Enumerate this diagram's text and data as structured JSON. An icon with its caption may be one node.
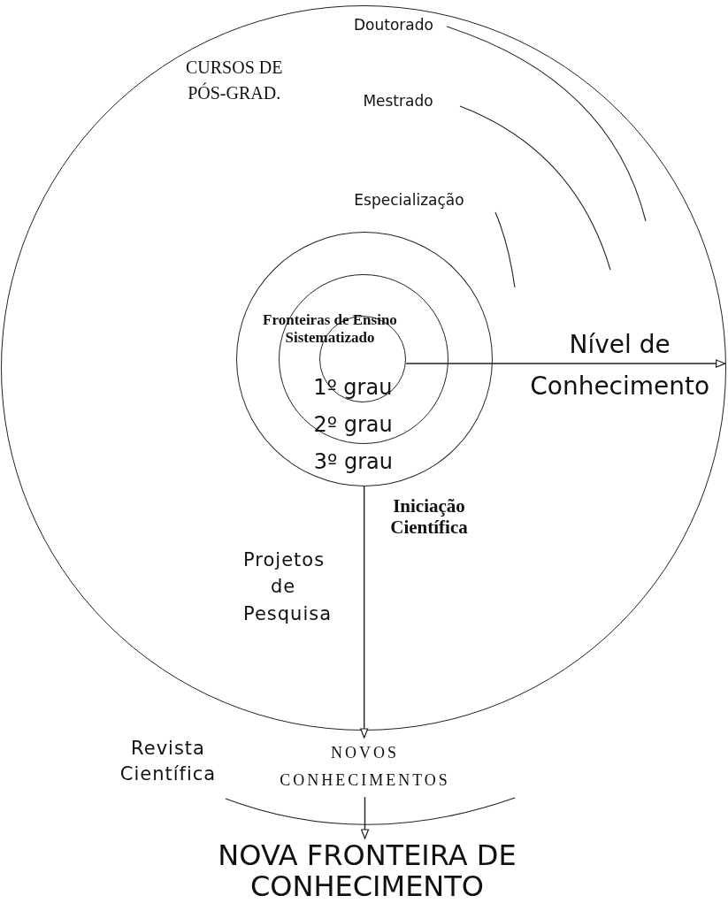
{
  "diagram": {
    "nodes": [
      {
        "text": [
          "CURSOS DE PÓS-GRAD."
        ]
      },
      {
        "text": [
          "3º grau"
        ],
        "in": 0
      },
      {
        "text": [
          "2º grau"
        ],
        "in": 1
      },
      {
        "text": [
          "1º grau"
        ],
        "in": 2
      },
      {
        "text": [
          "Nível de Conhecimento"
        ],
        "in": 0
      },
      {
        "text": [
          "NOVOS CONHECIMENTOS"
        ]
      },
      {
        "text": [
          "NOVA FRONTEIRA DE CONHECIMENTO"
        ]
      }
    ],
    "edges": [
      {
        "from": 3,
        "to": 4,
        "arrow": "to"
      },
      {
        "from": 1,
        "to": 5,
        "arrow": "to"
      },
      {
        "from": 5,
        "to": 6,
        "arrow": "to"
      }
    ],
    "labels": [
      "Doutorado",
      "Mestrado",
      "Especialização",
      "Fronteiras de Ensino Sistematizado",
      "Iniciação Científica",
      "Projetos de Pesquisa",
      "Revista Científica"
    ]
  }
}
